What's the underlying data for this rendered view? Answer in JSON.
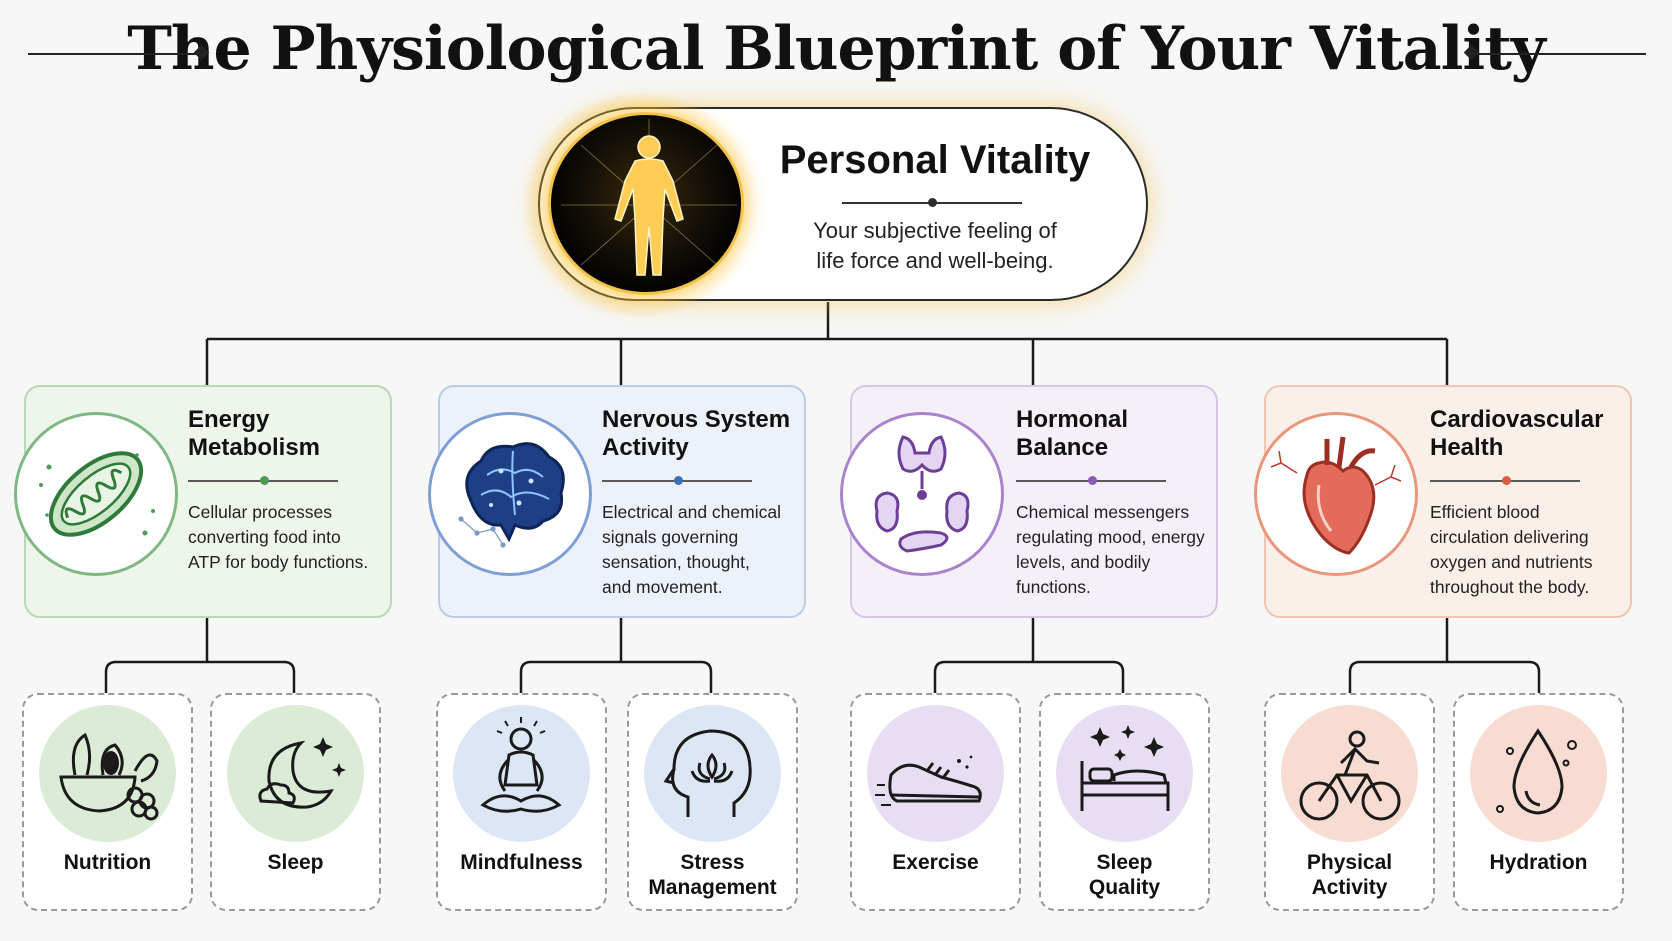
{
  "title": "The Physiological Blueprint of Your Vitality",
  "root": {
    "title": "Personal Vitality",
    "description_line1": "Your subjective feeling of",
    "description_line2": "life force and well-being."
  },
  "categories": [
    {
      "title_line1": "Energy",
      "title_line2": "Metabolism",
      "desc": [
        "Cellular processes",
        "converting food into",
        "ATP for body functions."
      ],
      "accent": "#4c9a55",
      "bg": "#eef5ea",
      "border": "#b9d8b5",
      "icon": "mitochondria-icon",
      "habits": [
        {
          "label_line1": "Nutrition",
          "label_line2": "",
          "icon": "food-bowl-icon",
          "circle": "#dcebd6"
        },
        {
          "label_line1": "Sleep",
          "label_line2": "",
          "icon": "moon-icon",
          "circle": "#dcebd6"
        }
      ]
    },
    {
      "title_line1": "Nervous System",
      "title_line2": "Activity",
      "desc": [
        "Electrical and chemical",
        "signals governing",
        "sensation, thought,",
        "and movement."
      ],
      "accent": "#3b6fb6",
      "bg": "#ecf1fa",
      "border": "#bccbe6",
      "icon": "brain-icon",
      "habits": [
        {
          "label_line1": "Mindfulness",
          "label_line2": "",
          "icon": "meditation-icon",
          "circle": "#dce6f4"
        },
        {
          "label_line1": "Stress",
          "label_line2": "Management",
          "icon": "lotus-head-icon",
          "circle": "#dce6f4"
        }
      ]
    },
    {
      "title_line1": "Hormonal",
      "title_line2": "Balance",
      "desc": [
        "Chemical messengers",
        "regulating mood, energy",
        "levels, and bodily",
        "functions."
      ],
      "accent": "#8a5bb5",
      "bg": "#f4eff8",
      "border": "#d6c6e6",
      "icon": "glands-icon",
      "habits": [
        {
          "label_line1": "Exercise",
          "label_line2": "",
          "icon": "running-shoe-icon",
          "circle": "#e8def3"
        },
        {
          "label_line1": "Sleep",
          "label_line2": "Quality",
          "icon": "bed-icon",
          "circle": "#e8def3"
        }
      ]
    },
    {
      "title_line1": "Cardiovascular",
      "title_line2": "Health",
      "desc": [
        "Efficient blood",
        "circulation delivering",
        "oxygen and nutrients",
        "throughout the body."
      ],
      "accent": "#d9603f",
      "bg": "#fbefe9",
      "border": "#f0c5b4",
      "icon": "heart-icon",
      "habits": [
        {
          "label_line1": "Physical",
          "label_line2": "Activity",
          "icon": "cyclist-icon",
          "circle": "#f8dcd1"
        },
        {
          "label_line1": "Hydration",
          "label_line2": "",
          "icon": "water-drop-icon",
          "circle": "#f8dcd1"
        }
      ]
    }
  ]
}
